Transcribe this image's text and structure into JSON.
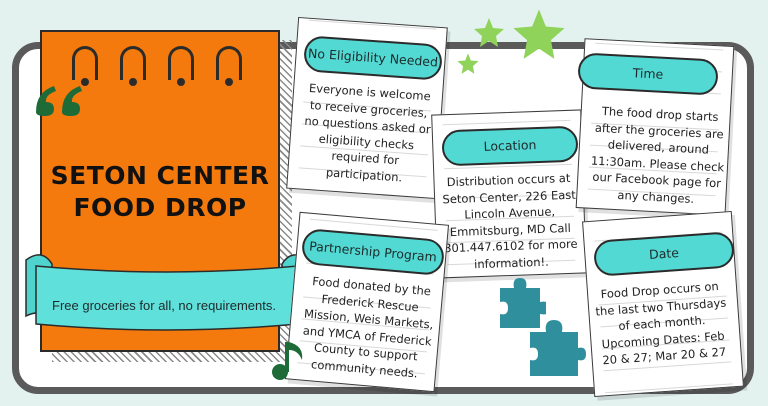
{
  "poster": {
    "title_line1": "SETON CENTER",
    "title_line2": "FOOD DROP",
    "tagline": "Free groceries for all, no requirements."
  },
  "cards": {
    "eligibility": {
      "heading": "No Eligibility Needed",
      "body": "Everyone is welcome to receive groceries, no questions asked or eligibility checks required for participation."
    },
    "location": {
      "heading": "Location",
      "body": "Distribution occurs at Seton Center, 226 East Lincoln Avenue, Emmitsburg, MD Call 301.447.6102 for more information!."
    },
    "time": {
      "heading": "Time",
      "body": "The food drop starts after the groceries are delivered, around 11:30am. Please check our Facebook page for any changes."
    },
    "partnership": {
      "heading": "Partnership Program",
      "body": "Food donated by the Frederick Rescue Mission, Weis Markets, and YMCA of Frederick County to support community needs."
    },
    "date": {
      "heading": "Date",
      "body": "Food Drop occurs on the last two Thursdays of each month. Upcoming Dates: Feb 20 & 27; Mar 20 & 27"
    }
  },
  "decor": {
    "quote_icon": "quote-icon",
    "star_icon": "star-icon",
    "puzzle_icon": "puzzle-piece-icon",
    "music_icon": "music-note-icon"
  },
  "colors": {
    "background": "#e3f2ef",
    "notebook": "#f57a0e",
    "tag": "#52d9d4",
    "star": "#8fd35a",
    "puzzle": "#2f8f9c",
    "accent_green": "#1f6b38"
  }
}
